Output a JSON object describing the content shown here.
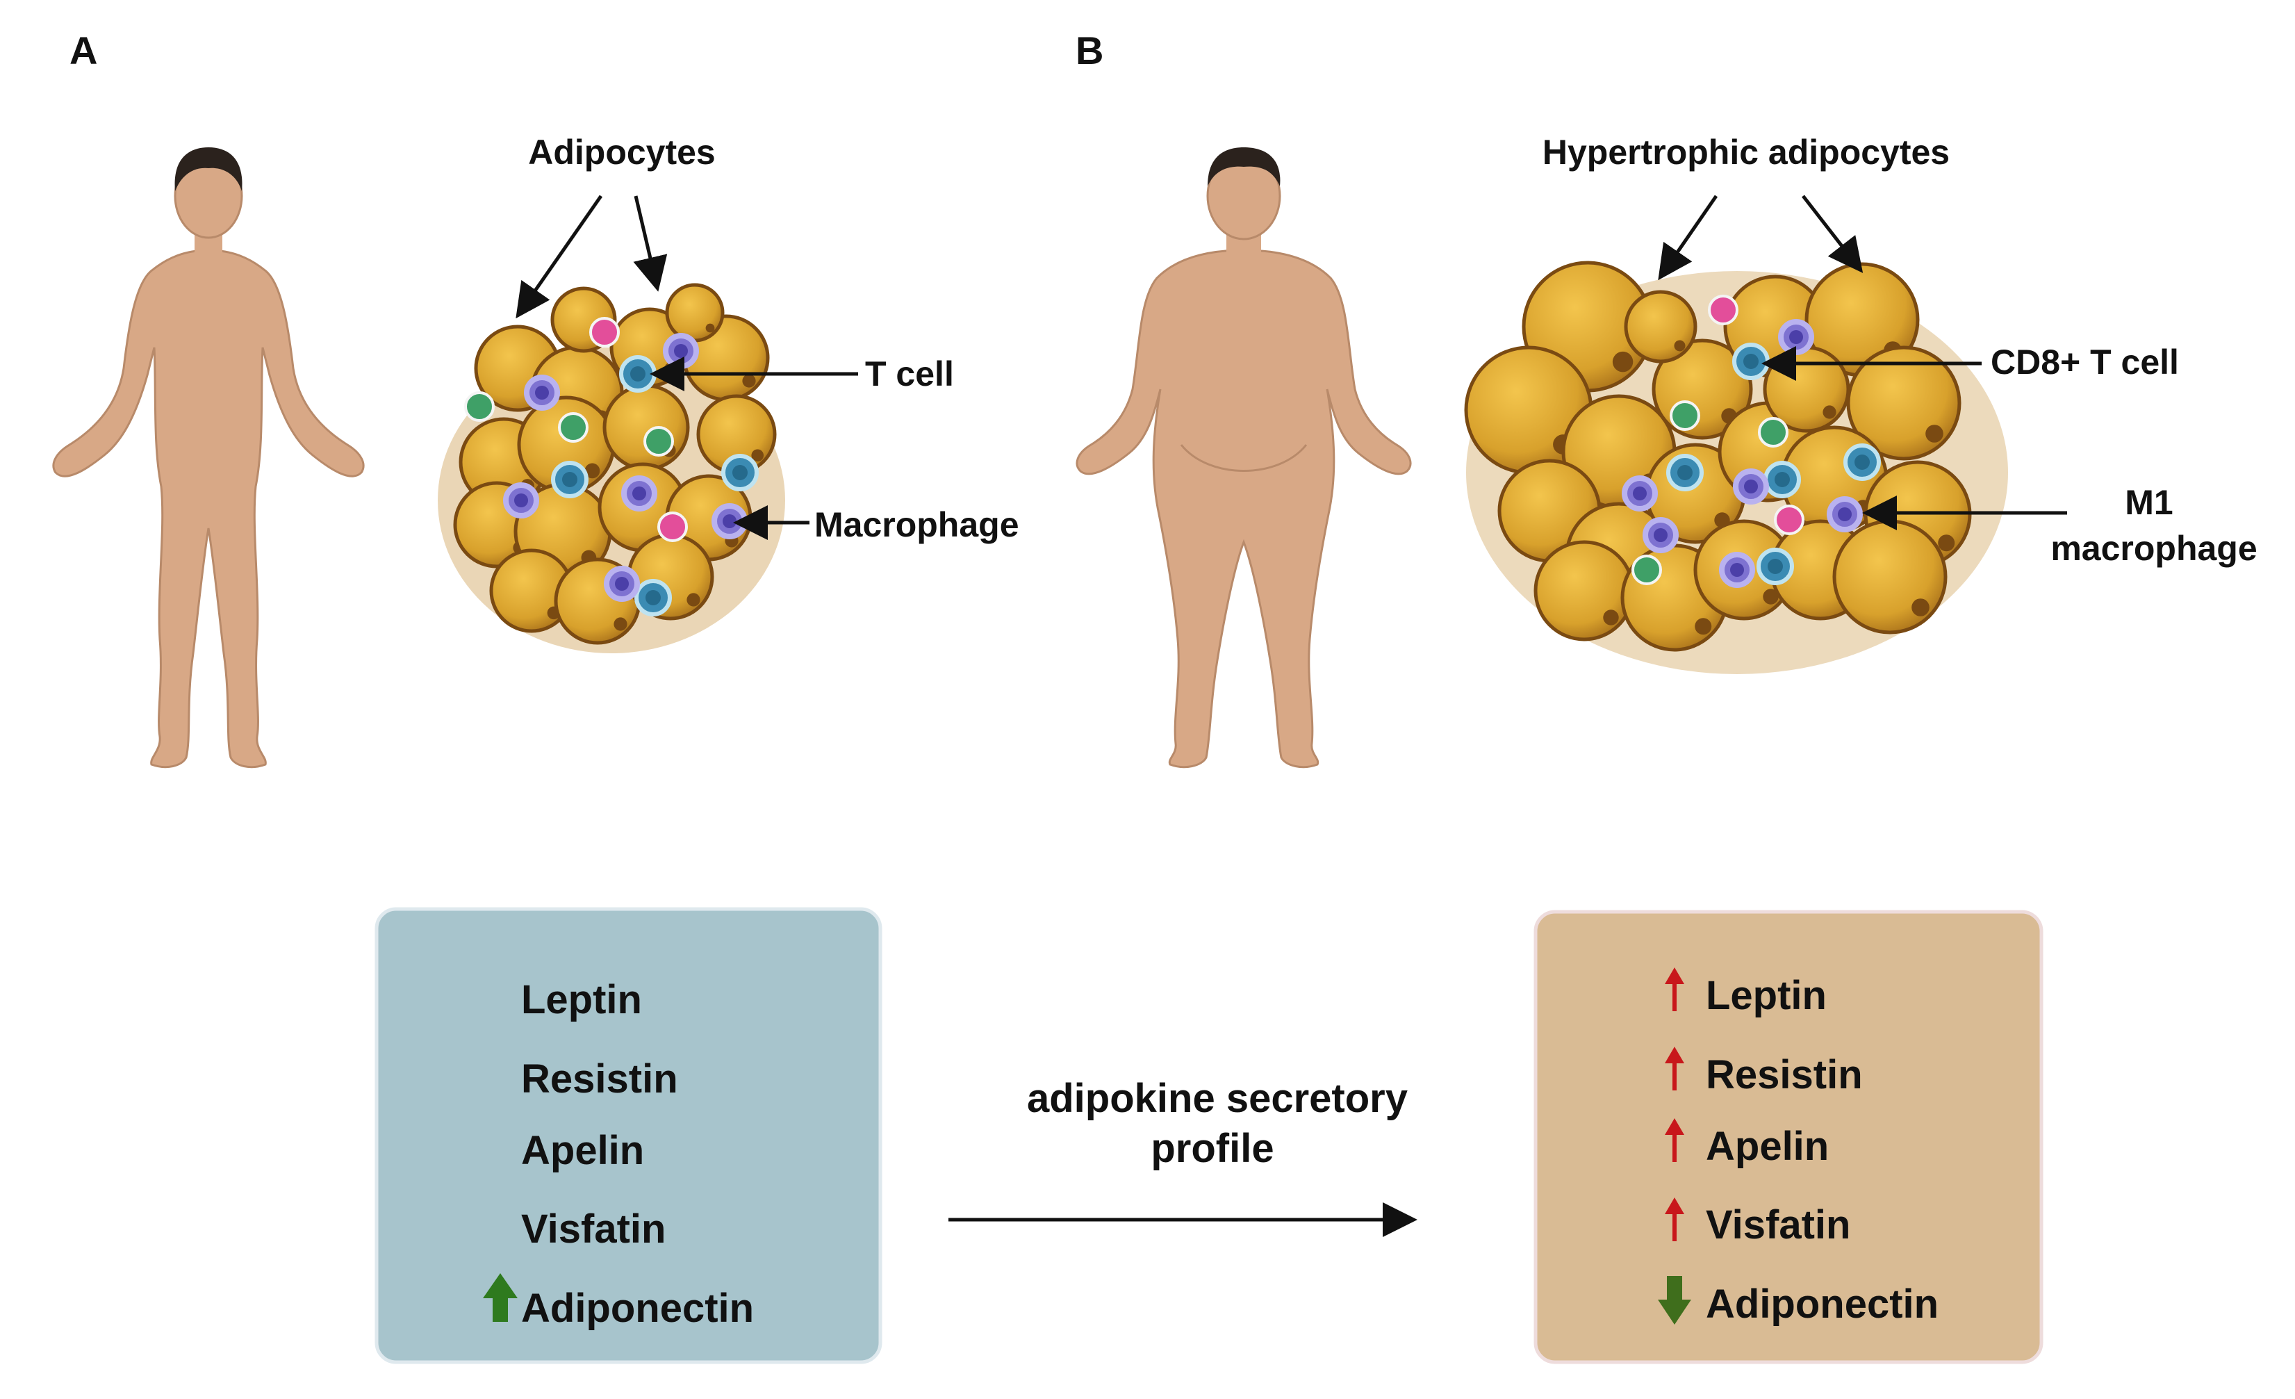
{
  "panel_a": {
    "label": "A",
    "adipocytes_label": "Adipocytes",
    "tcell_label": "T cell",
    "macrophage_label": "Macrophage"
  },
  "panel_b": {
    "label": "B",
    "adipocytes_label": "Hypertrophic adipocytes",
    "tcell_label": "CD8+ T cell",
    "macrophage_label_line1": "M1",
    "macrophage_label_line2": "macrophage"
  },
  "profile": {
    "title_line1": "adipokine secretory",
    "title_line2": "profile",
    "lean_items": [
      {
        "name": "Leptin",
        "arrow": ""
      },
      {
        "name": "Resistin",
        "arrow": ""
      },
      {
        "name": "Apelin",
        "arrow": ""
      },
      {
        "name": "Visfatin",
        "arrow": ""
      },
      {
        "name": "Adiponectin",
        "arrow": "up"
      }
    ],
    "obese_items": [
      {
        "name": "Leptin",
        "arrow": "up"
      },
      {
        "name": "Resistin",
        "arrow": "up"
      },
      {
        "name": "Apelin",
        "arrow": "up"
      },
      {
        "name": "Visfatin",
        "arrow": "up"
      },
      {
        "name": "Adiponectin",
        "arrow": "down"
      }
    ]
  },
  "colors": {
    "lean_box": "#a7c4cc",
    "obese_box": "#d9bb94",
    "skin": "#d8a886",
    "adipocyte": "#d6a535",
    "increase_arrow": "#c8171b",
    "lean_adiponectin_arrow": "#2e7a1e",
    "decrease_arrow": "#3f6e1c"
  }
}
